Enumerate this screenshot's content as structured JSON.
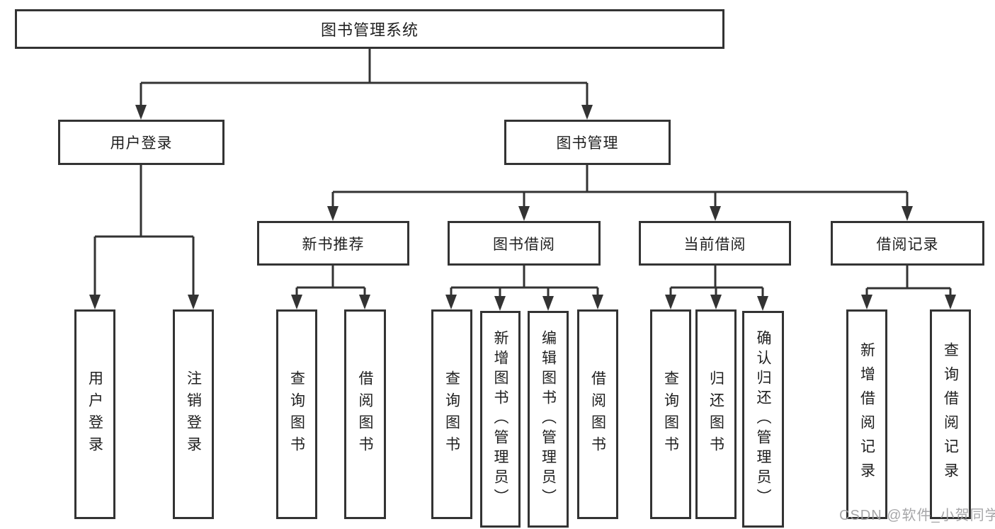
{
  "diagram_title": "图书管理系统",
  "tree": {
    "root": {
      "label": "图书管理系统",
      "children": [
        {
          "label": "用户登录",
          "children": [
            {
              "label": "用户登录"
            },
            {
              "label": "注销登录"
            }
          ]
        },
        {
          "label": "图书管理",
          "children": [
            {
              "label": "新书推荐",
              "children": [
                {
                  "label": "查询图书"
                },
                {
                  "label": "借阅图书"
                }
              ]
            },
            {
              "label": "图书借阅",
              "children": [
                {
                  "label": "查询图书"
                },
                {
                  "label": "新增图书（管理员）"
                },
                {
                  "label": "编辑图书（管理员）"
                },
                {
                  "label": "借阅图书"
                }
              ]
            },
            {
              "label": "当前借阅",
              "children": [
                {
                  "label": "查询图书"
                },
                {
                  "label": "归还图书"
                },
                {
                  "label": "确认归还（管理员）"
                }
              ]
            },
            {
              "label": "借阅记录",
              "children": [
                {
                  "label": "新增借阅记录"
                },
                {
                  "label": "查询借阅记录"
                }
              ]
            }
          ]
        }
      ]
    }
  },
  "watermark": {
    "text": "CSDN @软件_小贺同学"
  },
  "colors": {
    "line": "#333333",
    "box_border": "#333333",
    "box_background": "#ffffff",
    "text": "#1f1f1f",
    "page_background": "#ffffff",
    "watermark": "#9e9ea1"
  }
}
